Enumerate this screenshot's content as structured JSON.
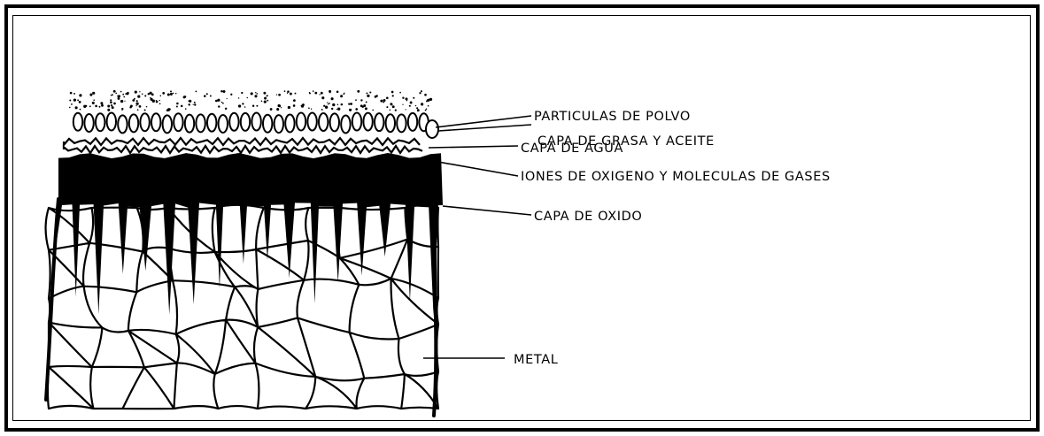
{
  "labels": {
    "dust": "PARTICULAS DE POLVO",
    "grease": "CAPA DE GRASA Y ACEITE",
    "water": "CAPA DE AGUA",
    "ions": "IONES DE OXIGENO Y MOLECULAS DE GASES",
    "oxide": "CAPA DE OXIDO",
    "metal": "METAL"
  },
  "colors": {
    "ink": "#000000",
    "paper": "#ffffff"
  }
}
